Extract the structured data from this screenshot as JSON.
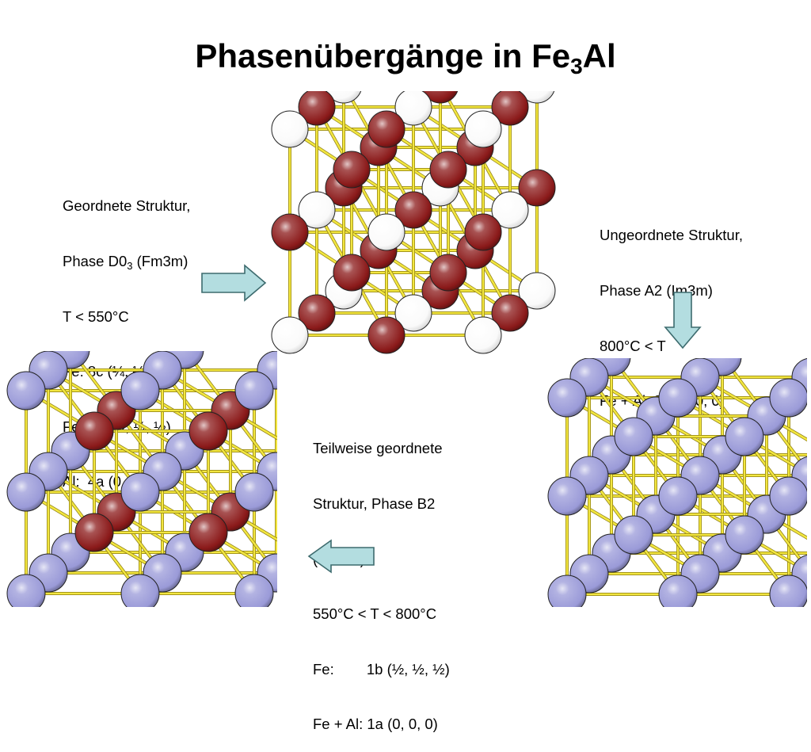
{
  "title": {
    "prefix": "Phasenübergänge in Fe",
    "sub": "3",
    "suffix": "Al"
  },
  "ordered": {
    "line1": "Geordnete Struktur,",
    "line2_pre": "Phase D0",
    "line2_sub": "3",
    "line2_post": " (Fm3m)",
    "line3": "T < 550°C",
    "line4": "Fe: 8c (¼, ¼, ¼)",
    "line5": "Fe: 4b (½, ½, ½)",
    "line6": "Al:  4a (0, 0, 0)"
  },
  "disordered": {
    "line1": "Ungeordnete Struktur,",
    "line2": "Phase A2 (Im3m)",
    "line3": "800°C < T",
    "line4": "Fe + Al: 2a (0, 0, 0)"
  },
  "partial": {
    "line1": "Teilweise geordnete",
    "line2": "Struktur, Phase B2",
    "line3": "(Pm3m)",
    "line4": "550°C < T < 800°C",
    "line5": "Fe:        1b (½, ½, ½)",
    "line6": "Fe + Al: 1a (0, 0, 0)"
  },
  "colors": {
    "fe_atom": "#8b1a1a",
    "al_atom": "#ffffff",
    "mixed_atom": "#9a9ad8",
    "bond": "#f2e640",
    "arrow_fill": "#b3dde0"
  }
}
